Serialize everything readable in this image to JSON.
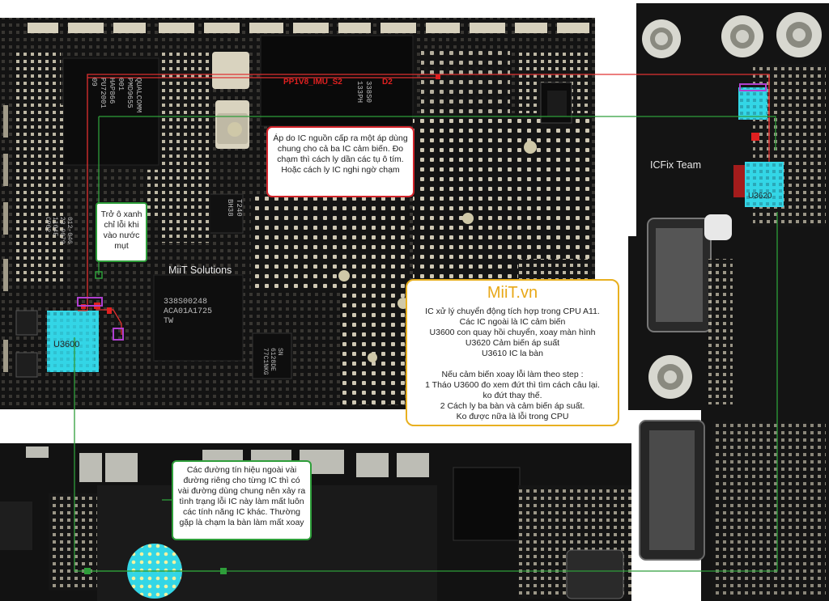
{
  "labels": {
    "rail_net": "PP1V8_IMU_S2",
    "cap_d2": "D2",
    "u3600": "U3600",
    "u3620": "U3620",
    "watermark_miit": "MiiT Solutions",
    "watermark_icfix": "ICFix Team"
  },
  "chip_markings": {
    "qualcomm": "QUALCOMM\nPMD9655\n001\nHAP866\nPU72001\n09",
    "imu": "338S00248\nACA01A1725\nTW",
    "rail_chip": "338S0\n133PH",
    "bh38": "T240\nBH38",
    "c012": "012-046\n23 9079\n1104E\nCP02",
    "sn": "SN\n6128DE\n77C1NKG"
  },
  "notes": {
    "rail_note": "Áp do IC nguồn cấp ra một áp dùng chung cho cả ba IC cảm biến. Đo chạm thì cách ly dần các tụ ô tím. Hoặc cách ly IC nghi ngờ chạm",
    "resistor_note": "Trở ô xanh chỉ lỗi khi vào nước mụt",
    "signal_note": "Các đường tín hiệu ngoài vài đường riêng cho từng IC thì có vài đường dùng chung nên xảy ra tình trạng lỗi IC này làm mất luôn các tính năng IC khác. Thường gặp là chạm la bàn làm mất xoay"
  },
  "info_box": {
    "brand": "MiiT.vn",
    "lines": [
      "IC xử lý chuyển động tích hợp trong CPU A11.",
      "Các IC ngoài là IC cảm biến",
      "U3600 con quay hồi chuyển, xoay màn hình",
      "U3620 Cảm biến áp suất",
      "U3610 IC la bàn",
      "",
      "Nếu cảm biến xoay lỗi làm theo step :",
      "1 Tháo U3600 đo xem đứt thì tìm cách câu lại.",
      "ko đứt thay thế.",
      "2 Cách ly ba bàn và cảm biến áp suất.",
      "Ko được nữa là lỗi trong CPU"
    ]
  },
  "colors": {
    "board": "#141414",
    "rail_line": "#e03030",
    "signal_line": "#2e9e3a",
    "highlight_cyan": "#33d6e6",
    "highlight_purple": "#b040d0",
    "note_red": "#d2232a",
    "note_green": "#2e9e3a",
    "note_yellow": "#e8b020",
    "brand": "#e8a818"
  }
}
